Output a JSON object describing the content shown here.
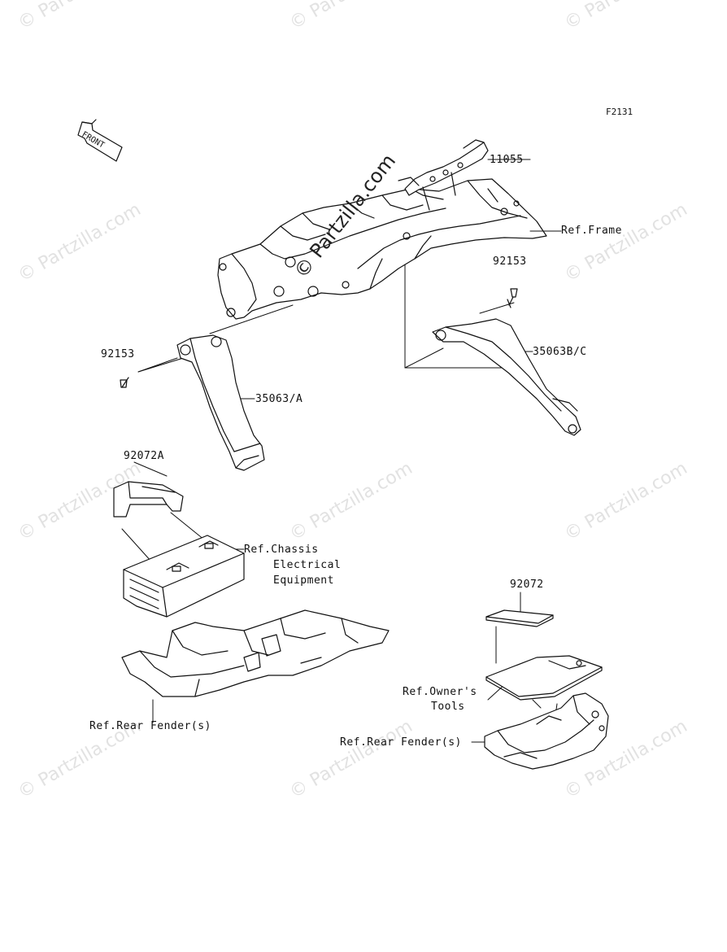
{
  "diagram": {
    "code": "F2131",
    "front_arrow_text": "FRONT",
    "watermark": "© Partzilla.com",
    "watermark_center": "© Partzilla.com",
    "labels": {
      "p11055": "11055",
      "ref_frame": "Ref.Frame",
      "p92153_right": "92153",
      "p92153_left": "92153",
      "p35063bc": "35063B/C",
      "p35063a": "35063/A",
      "p92072a": "92072A",
      "ref_chassis_1": "Ref.Chassis",
      "ref_chassis_2": "Electrical",
      "ref_chassis_3": "Equipment",
      "p92072": "92072",
      "ref_owners_1": "Ref.Owner's",
      "ref_owners_2": "Tools",
      "ref_rear_fender_left": "Ref.Rear Fender(s)",
      "ref_rear_fender_right": "Ref.Rear Fender(s)"
    }
  }
}
